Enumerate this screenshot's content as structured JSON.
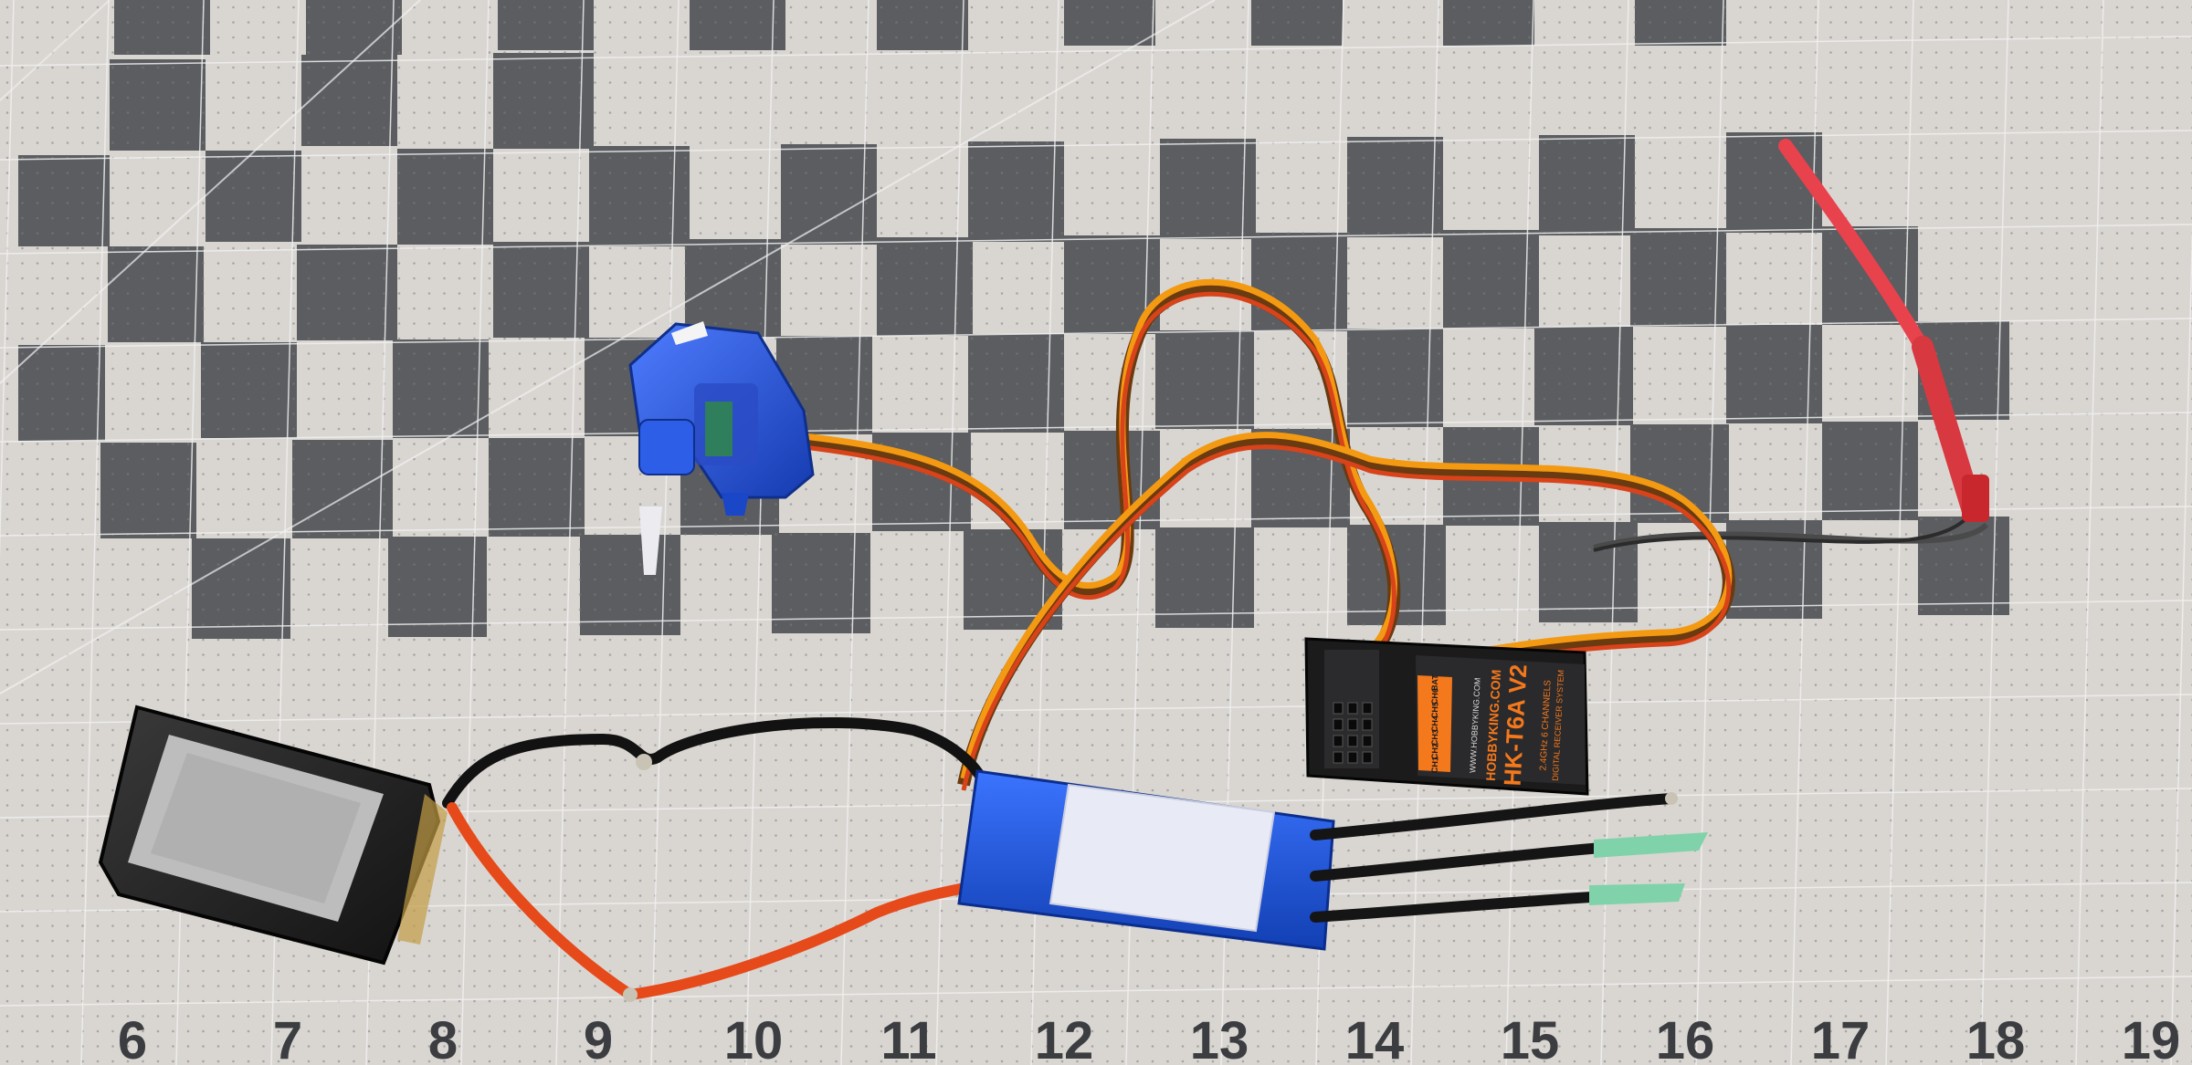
{
  "ruler": {
    "numbers": [
      "6",
      "7",
      "8",
      "9",
      "10",
      "11",
      "12",
      "13",
      "14",
      "15",
      "16",
      "17",
      "18",
      "19"
    ]
  },
  "receiver": {
    "brand": "HOBBYKING.COM",
    "model": "HK-T6A V2",
    "subtitle": "2.4GHz 6 CHANNELS",
    "subtitle2": "DIGITAL RECEIVER SYSTEM",
    "website": "WWW.HOBBYKING.COM",
    "channels": [
      "CH1",
      "CH2",
      "CH3",
      "CH4",
      "CH5",
      "CH6",
      "BAT"
    ]
  },
  "colors": {
    "mat_dark": "#5b5d60",
    "mat_light": "#d9d6d2",
    "servo_blue": "#1f4fd6",
    "esc_blue": "#1d55d0",
    "wire_orange": "#f08a12",
    "wire_red": "#e0401d",
    "receiver_orange": "#f4781c"
  }
}
